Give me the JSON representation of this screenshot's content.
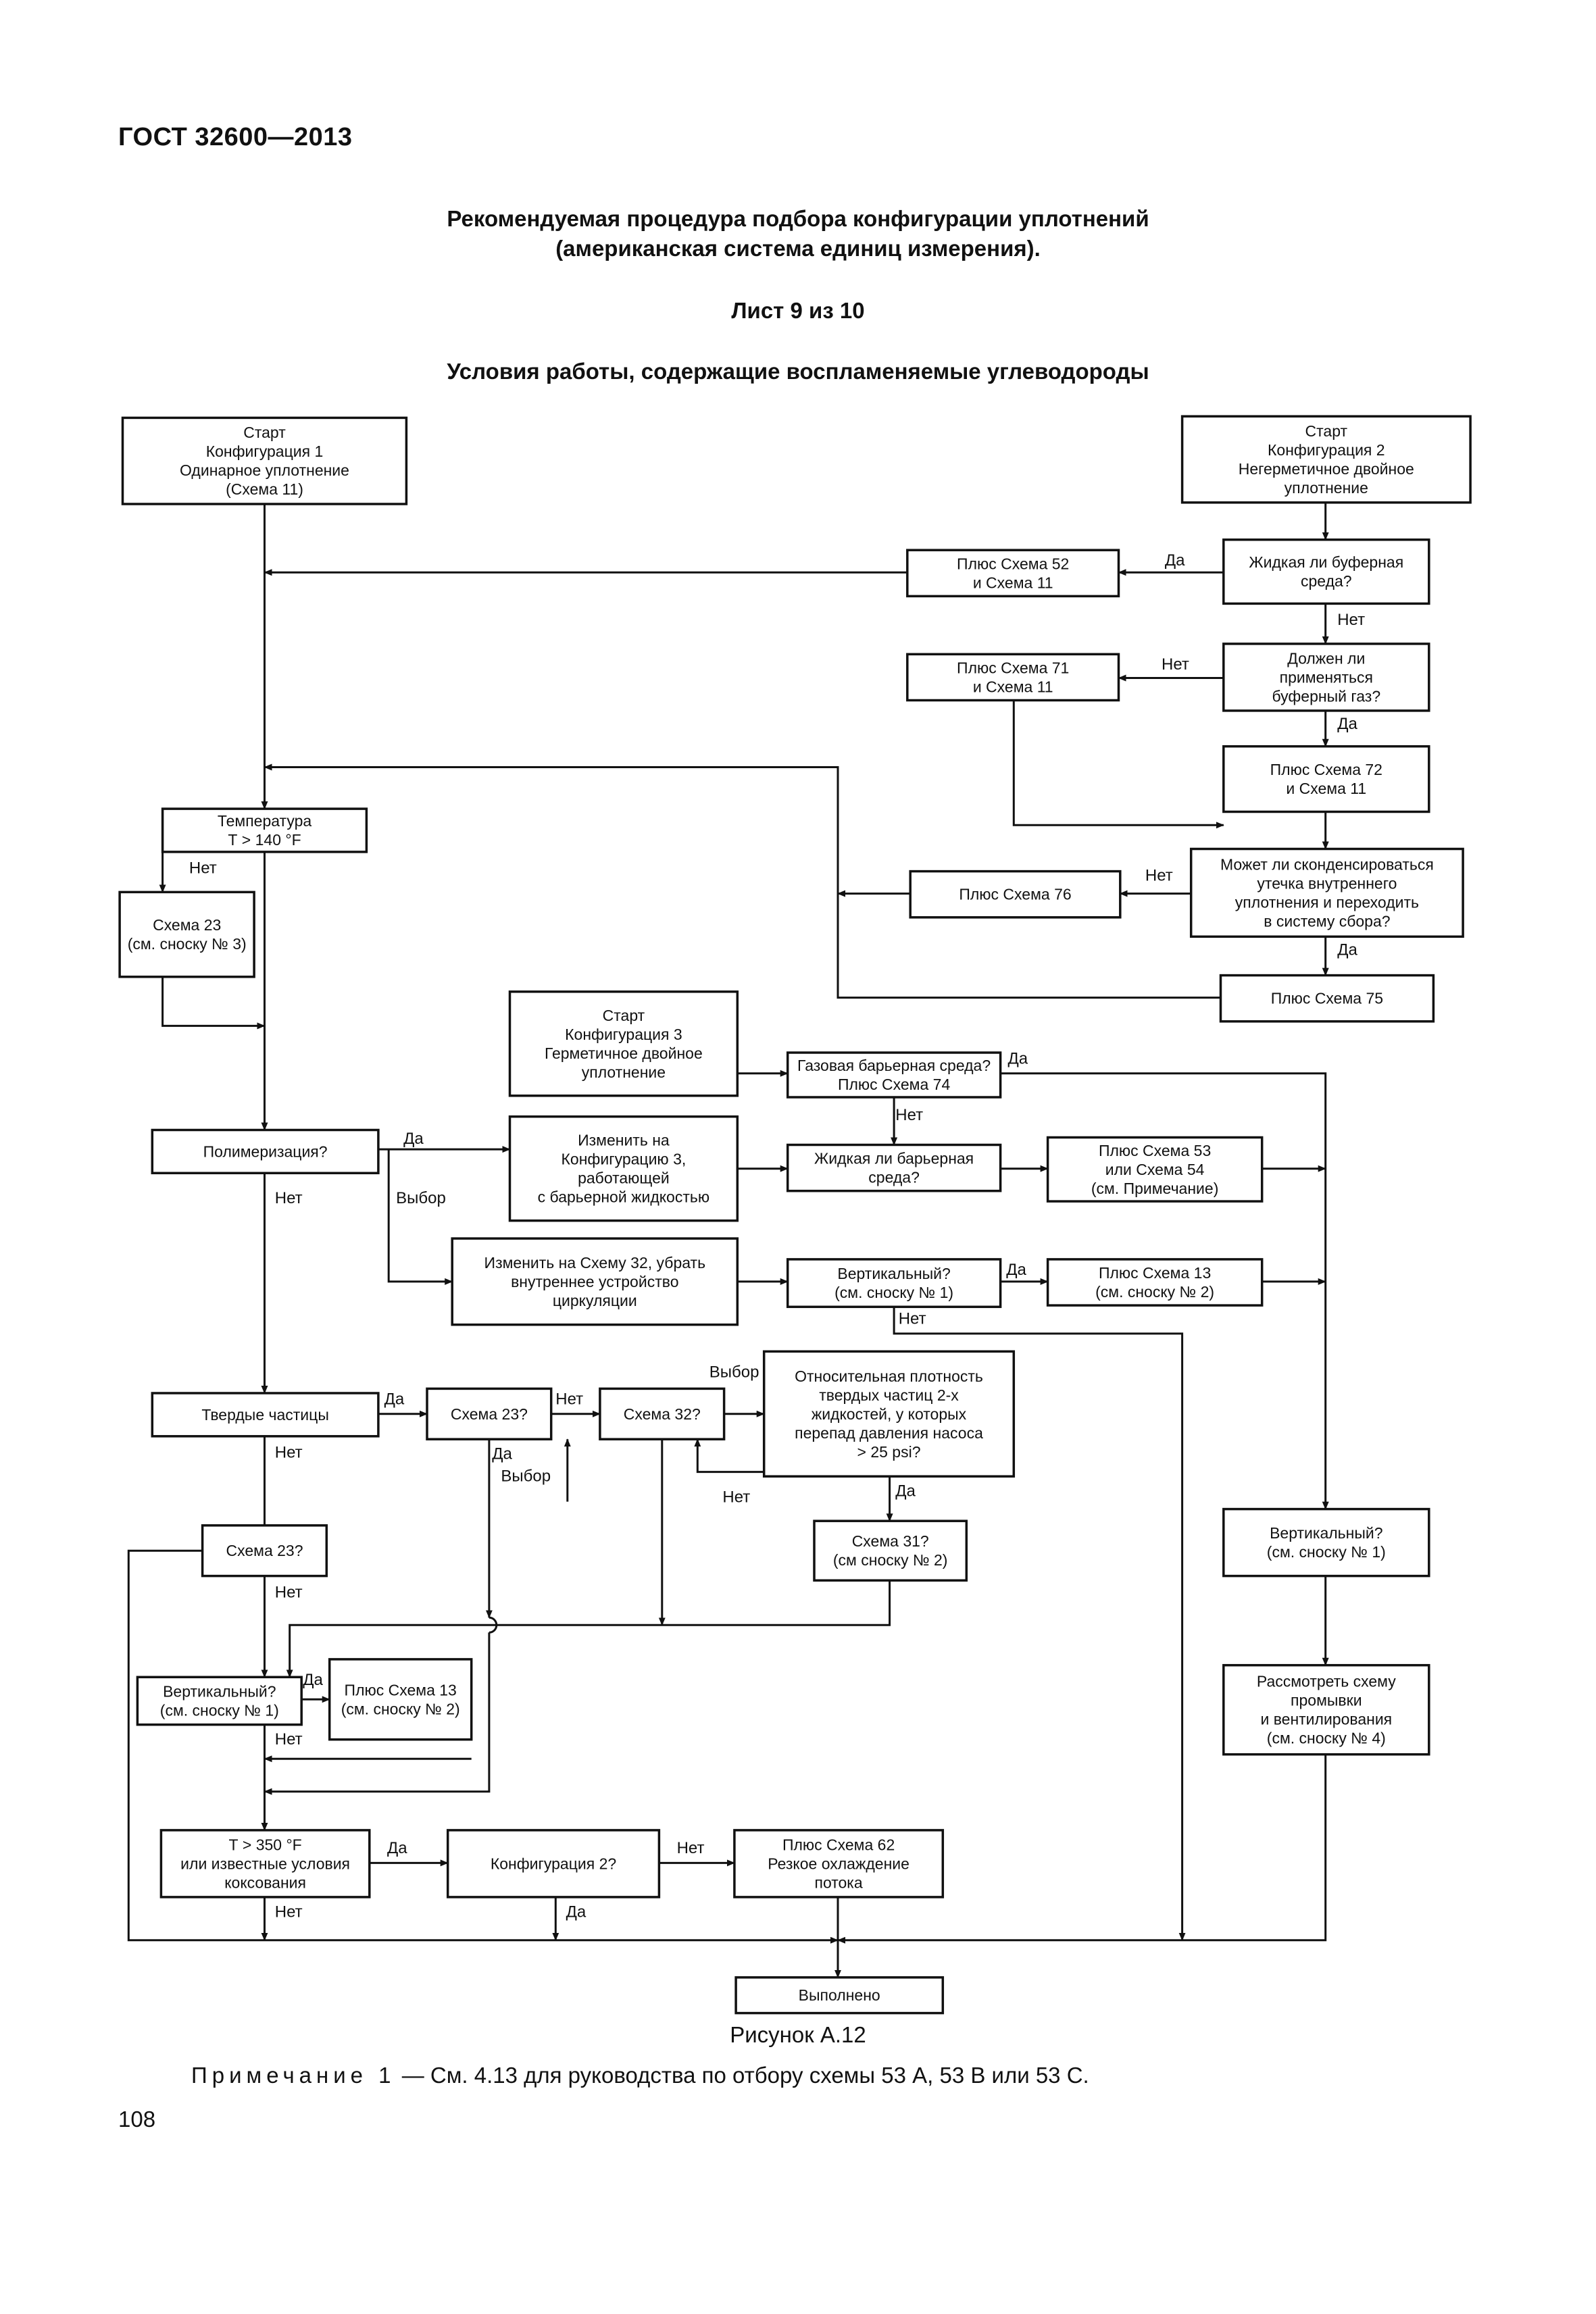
{
  "header": "ГОСТ 32600—2013",
  "title": {
    "line1": "Рекомендуемая процедура подбора конфигурации уплотнений",
    "line2": "(американская система единиц измерения).",
    "sheet": "Лист 9 из 10",
    "subtitle": "Условия работы, содержащие воспламеняемые углеводороды"
  },
  "figure_caption": "Рисунок А.12",
  "note": {
    "prefix": "Примечание 1",
    "text": " — См. 4.13 для руководства по отбору схемы 53 A, 53 B или 53 C."
  },
  "page_number": "108",
  "flowchart": {
    "boxes": [
      {
        "id": "start1",
        "lines": [
          "Старт",
          "Конфигурация 1",
          "Одинарное уплотнение",
          "(Схема 11)"
        ]
      },
      {
        "id": "start2",
        "lines": [
          "Старт",
          "Конфигурация 2",
          "Негерметичное двойное",
          "уплотнение"
        ]
      },
      {
        "id": "plus52",
        "lines": [
          "Плюс Схема 52",
          "и Схема 11"
        ]
      },
      {
        "id": "liquid_buffer",
        "lines": [
          "Жидкая ли буферная",
          "среда?"
        ]
      },
      {
        "id": "plus71",
        "lines": [
          "Плюс Схема 71",
          "и Схема 11"
        ]
      },
      {
        "id": "buffer_gas",
        "lines": [
          "Должен ли",
          "применяться",
          "буферный газ?"
        ]
      },
      {
        "id": "plus72",
        "lines": [
          "Плюс Схема 72",
          "и Схема 11"
        ]
      },
      {
        "id": "temp140",
        "lines": [
          "Температура",
          "Т > 140 °F"
        ]
      },
      {
        "id": "condense",
        "lines": [
          "Может ли сконденсироваться",
          "утечка внутреннего",
          "уплотнения и переходить",
          "в систему сбора?"
        ]
      },
      {
        "id": "plus76",
        "lines": [
          "Плюс Схема 76"
        ]
      },
      {
        "id": "scheme23a",
        "lines": [
          "Схема 23",
          "(см. сноску № 3)"
        ]
      },
      {
        "id": "plus75",
        "lines": [
          "Плюс Схема 75"
        ]
      },
      {
        "id": "start3",
        "lines": [
          "Старт",
          "Конфигурация 3",
          "Герметичное двойное",
          "уплотнение"
        ]
      },
      {
        "id": "gas_barrier",
        "lines": [
          "Газовая барьерная среда?",
          "Плюс Схема 74"
        ]
      },
      {
        "id": "polymer",
        "lines": [
          "Полимеризация?"
        ]
      },
      {
        "id": "change_cfg3",
        "lines": [
          "Изменить на",
          "Конфигурацию 3,",
          "работающей",
          "с барьерной жидкостью"
        ]
      },
      {
        "id": "liquid_barrier",
        "lines": [
          "Жидкая ли барьерная",
          "среда?"
        ]
      },
      {
        "id": "plus53",
        "lines": [
          "Плюс Схема 53",
          "или Схема 54",
          "(см. Примечание)"
        ]
      },
      {
        "id": "change32",
        "lines": [
          "Изменить на Схему 32, убрать",
          "внутреннее устройство",
          "циркуляции"
        ]
      },
      {
        "id": "vertical_mid",
        "lines": [
          "Вертикальный?",
          "(см. сноску № 1)"
        ]
      },
      {
        "id": "plus13_mid",
        "lines": [
          "Плюс Схема 13",
          "(см. сноску № 2)"
        ]
      },
      {
        "id": "solids",
        "lines": [
          "Твердые частицы"
        ]
      },
      {
        "id": "q23",
        "lines": [
          "Схема 23?"
        ]
      },
      {
        "id": "q32",
        "lines": [
          "Схема 32?"
        ]
      },
      {
        "id": "rel_density",
        "lines": [
          "Относительная плотность",
          "твердых частиц 2-х",
          "жидкостей, у которых",
          "перепад давления насоса",
          "> 25 psi?"
        ]
      },
      {
        "id": "q23b",
        "lines": [
          "Схема 23?"
        ]
      },
      {
        "id": "q31",
        "lines": [
          "Схема 31?",
          "(см сноску № 2)"
        ]
      },
      {
        "id": "vertical_right",
        "lines": [
          "Вертикальный?",
          "(см. сноску № 1)"
        ]
      },
      {
        "id": "vertical_left",
        "lines": [
          "Вертикальный?",
          "(см. сноску № 1)"
        ]
      },
      {
        "id": "plus13_left",
        "lines": [
          "Плюс Схема 13",
          "(см. сноску № 2)"
        ]
      },
      {
        "id": "flush_vent",
        "lines": [
          "Рассмотреть схему",
          "промывки",
          "и вентилирования",
          "(см. сноску № 4)"
        ]
      },
      {
        "id": "temp350",
        "lines": [
          "Т > 350 °F",
          "или известные условия",
          "коксования"
        ]
      },
      {
        "id": "cfg2q",
        "lines": [
          "Конфигурация 2?"
        ]
      },
      {
        "id": "plus62",
        "lines": [
          "Плюс Схема 62",
          "Резкое охлаждение",
          "потока"
        ]
      },
      {
        "id": "done",
        "lines": [
          "Выполнено"
        ]
      }
    ],
    "labels": [
      {
        "id": "l_da1",
        "text": "Да"
      },
      {
        "id": "l_net1",
        "text": "Нет"
      },
      {
        "id": "l_net2",
        "text": "Нет"
      },
      {
        "id": "l_da2",
        "text": "Да"
      },
      {
        "id": "l_net3",
        "text": "Нет"
      },
      {
        "id": "l_net4",
        "text": "Нет"
      },
      {
        "id": "l_da3",
        "text": "Да"
      },
      {
        "id": "l_da4",
        "text": "Да"
      },
      {
        "id": "l_net5",
        "text": "Нет"
      },
      {
        "id": "l_da5",
        "text": "Да"
      },
      {
        "id": "l_vybor1",
        "text": "Выбор"
      },
      {
        "id": "l_net6",
        "text": "Нет"
      },
      {
        "id": "l_da6",
        "text": "Да"
      },
      {
        "id": "l_net7",
        "text": "Нет"
      },
      {
        "id": "l_da7",
        "text": "Да"
      },
      {
        "id": "l_net8",
        "text": "Нет"
      },
      {
        "id": "l_vybor2",
        "text": "Выбор"
      },
      {
        "id": "l_net9",
        "text": "Нет"
      },
      {
        "id": "l_da8",
        "text": "Да"
      },
      {
        "id": "l_vybor3",
        "text": "Выбор"
      },
      {
        "id": "l_net10",
        "text": "Нет"
      },
      {
        "id": "l_da9",
        "text": "Да"
      },
      {
        "id": "l_net11",
        "text": "Нет"
      },
      {
        "id": "l_da10",
        "text": "Да"
      },
      {
        "id": "l_net12",
        "text": "Нет"
      },
      {
        "id": "l_da11",
        "text": "Да"
      },
      {
        "id": "l_net13",
        "text": "Нет"
      },
      {
        "id": "l_net14",
        "text": "Нет"
      },
      {
        "id": "l_da12",
        "text": "Да"
      }
    ]
  }
}
